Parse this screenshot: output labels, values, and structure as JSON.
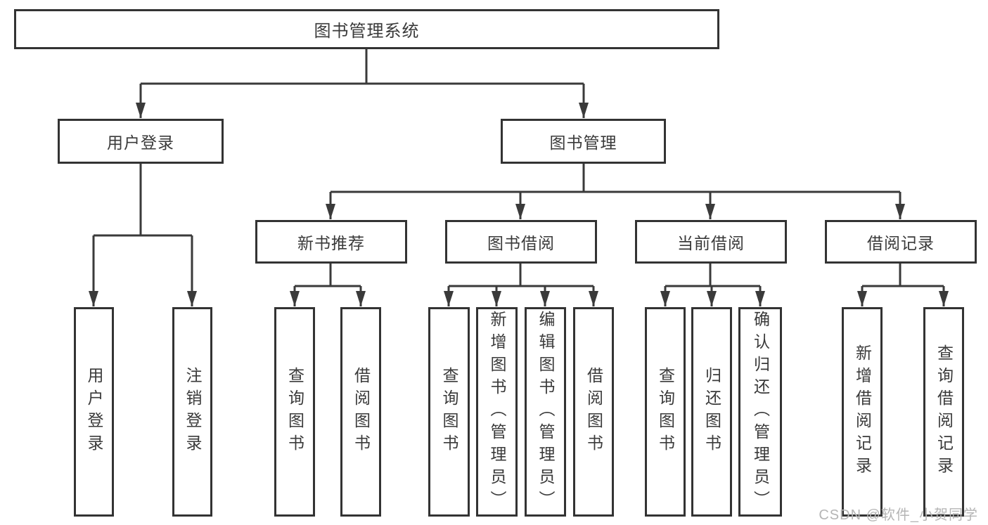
{
  "diagram_title": "图书管理系统",
  "tree": {
    "root": {
      "label": "图书管理系统"
    },
    "children": [
      {
        "label": "用户登录",
        "children": [
          {
            "label": "用户登录"
          },
          {
            "label": "注销登录"
          }
        ]
      },
      {
        "label": "图书管理",
        "children": [
          {
            "label": "新书推荐",
            "children": [
              {
                "label": "查询图书"
              },
              {
                "label": "借阅图书"
              }
            ]
          },
          {
            "label": "图书借阅",
            "children": [
              {
                "label": "查询图书"
              },
              {
                "label": "新增图书（管理员）"
              },
              {
                "label": "编辑图书（管理员）"
              },
              {
                "label": "借阅图书"
              }
            ]
          },
          {
            "label": "当前借阅",
            "children": [
              {
                "label": "查询图书"
              },
              {
                "label": "归还图书"
              },
              {
                "label": "确认归还（管理员）"
              }
            ]
          },
          {
            "label": "借阅记录",
            "children": [
              {
                "label": "新增借阅记录"
              },
              {
                "label": "查询借阅记录"
              }
            ]
          }
        ]
      }
    ]
  },
  "watermark": "CSDN @软件_小贺同学",
  "colors": {
    "line": "#3a3a3a",
    "box_border": "#333333",
    "box_fill": "#ffffff",
    "text": "#3a3a3a",
    "watermark": "#b5b5b5",
    "background": "#ffffff"
  }
}
